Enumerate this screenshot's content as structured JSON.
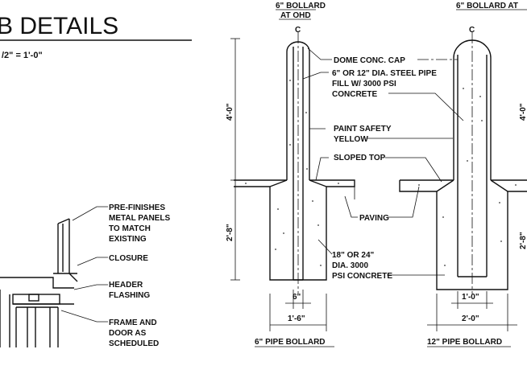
{
  "left_panel": {
    "title": "B DETAILS",
    "scale": "/2\" = 1'-0\"",
    "notes": [
      "PRE-FINISHES",
      "METAL PANELS",
      "TO MATCH",
      "EXISTING",
      "CLOSURE",
      "HEADER",
      "FLASHING",
      "FRAME AND",
      "DOOR AS",
      "SCHEDULED"
    ]
  },
  "bollard_6": {
    "title_line1": "6\" BOLLARD",
    "title_line2": "AT OHD",
    "centerline": "C",
    "height_above": "4'-0\"",
    "height_below": "2'-8\"",
    "pipe_width": "6\"",
    "footing_width": "1'-6\"",
    "caption": "6\" PIPE BOLLARD"
  },
  "bollard_12": {
    "title": "6\" BOLLARD AT",
    "centerline": "C",
    "height_above": "4'-0\"",
    "height_below": "2'-8\"",
    "pipe_width": "1'-0\"",
    "footing_width": "2'-0\"",
    "caption": "12\" PIPE BOLLARD"
  },
  "callouts": {
    "cap": "DOME CONC. CAP",
    "pipe_line1": "6\" OR 12\" DIA. STEEL PIPE",
    "pipe_line2": "FILL W/ 3000 PSI",
    "pipe_line3": "CONCRETE",
    "paint_line1": "PAINT SAFETY",
    "paint_line2": "YELLOW",
    "sloped": "SLOPED TOP",
    "paving": "PAVING",
    "footing_line1": "18\" OR 24\"",
    "footing_line2": "DIA. 3000",
    "footing_line3": "PSI CONCRETE"
  }
}
